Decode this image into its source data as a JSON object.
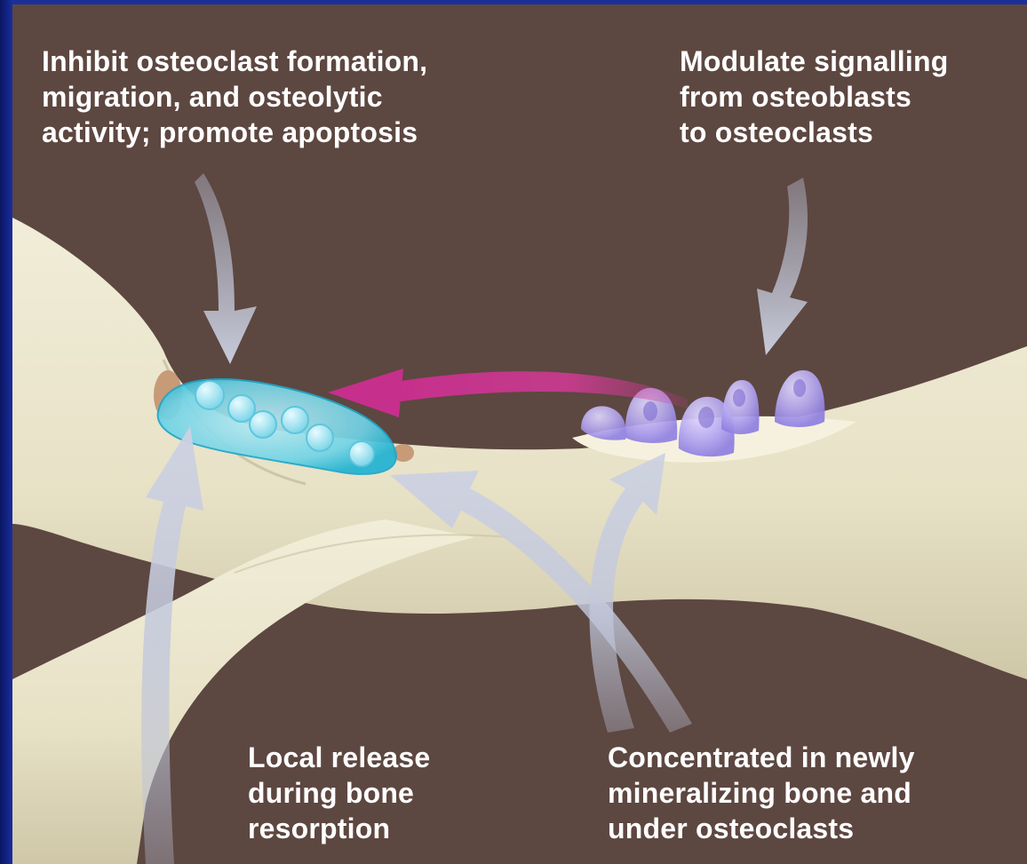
{
  "labels": {
    "top_left": [
      "Inhibit osteoclast formation,",
      "migration, and osteolytic",
      "activity; promote apoptosis"
    ],
    "top_right": [
      "Modulate signalling",
      "from osteoblasts",
      "to osteoclasts"
    ],
    "bottom_middle": [
      "Local release",
      "during bone",
      "resorption"
    ],
    "bottom_right": [
      "Concentrated in newly",
      "mineralizing bone and",
      "under osteoclasts"
    ]
  },
  "colors": {
    "background": "#5d4741",
    "frame_blue": "#1a2f9a",
    "bone": "#e9e4cc",
    "osteoclast": "#3fc6df",
    "osteoblast": "#a99ae6",
    "signal_arrow": "#c8308f",
    "arrow": "#b9c0d6"
  }
}
